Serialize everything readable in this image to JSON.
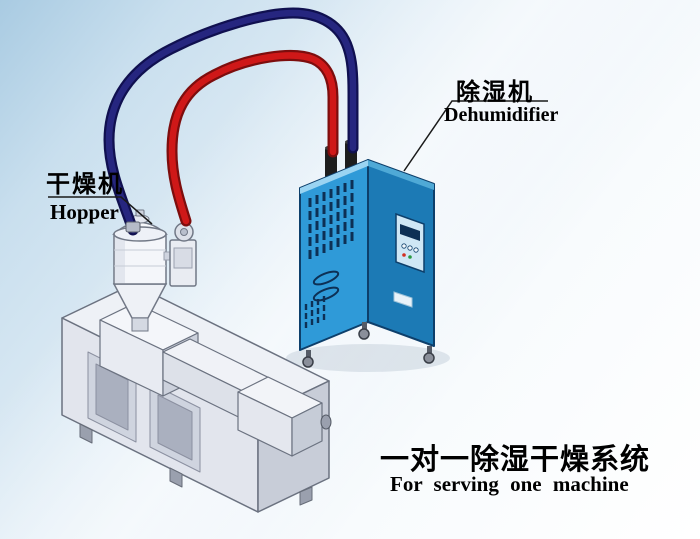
{
  "diagram": {
    "labels": {
      "dryer_cn": "干燥机",
      "dryer_en": "Hopper",
      "dehumidifier_cn": "除湿机",
      "dehumidifier_en": "Dehumidifier",
      "title_cn": "一对一除湿干燥系统",
      "title_en": "For serving one machine"
    },
    "colors": {
      "pipe_red": "#cf1818",
      "pipe_red_dark": "#7d0d0d",
      "pipe_blue": "#26267f",
      "pipe_blue_dark": "#101050",
      "dehumidifier_front": "#2f9ad8",
      "dehumidifier_side": "#1c7ab5",
      "dehumidifier_top_light": "#9ad4f2",
      "vent_dark": "#0d3055",
      "background_top": "#a9cbe2",
      "background_bottom": "#ffffff"
    }
  }
}
